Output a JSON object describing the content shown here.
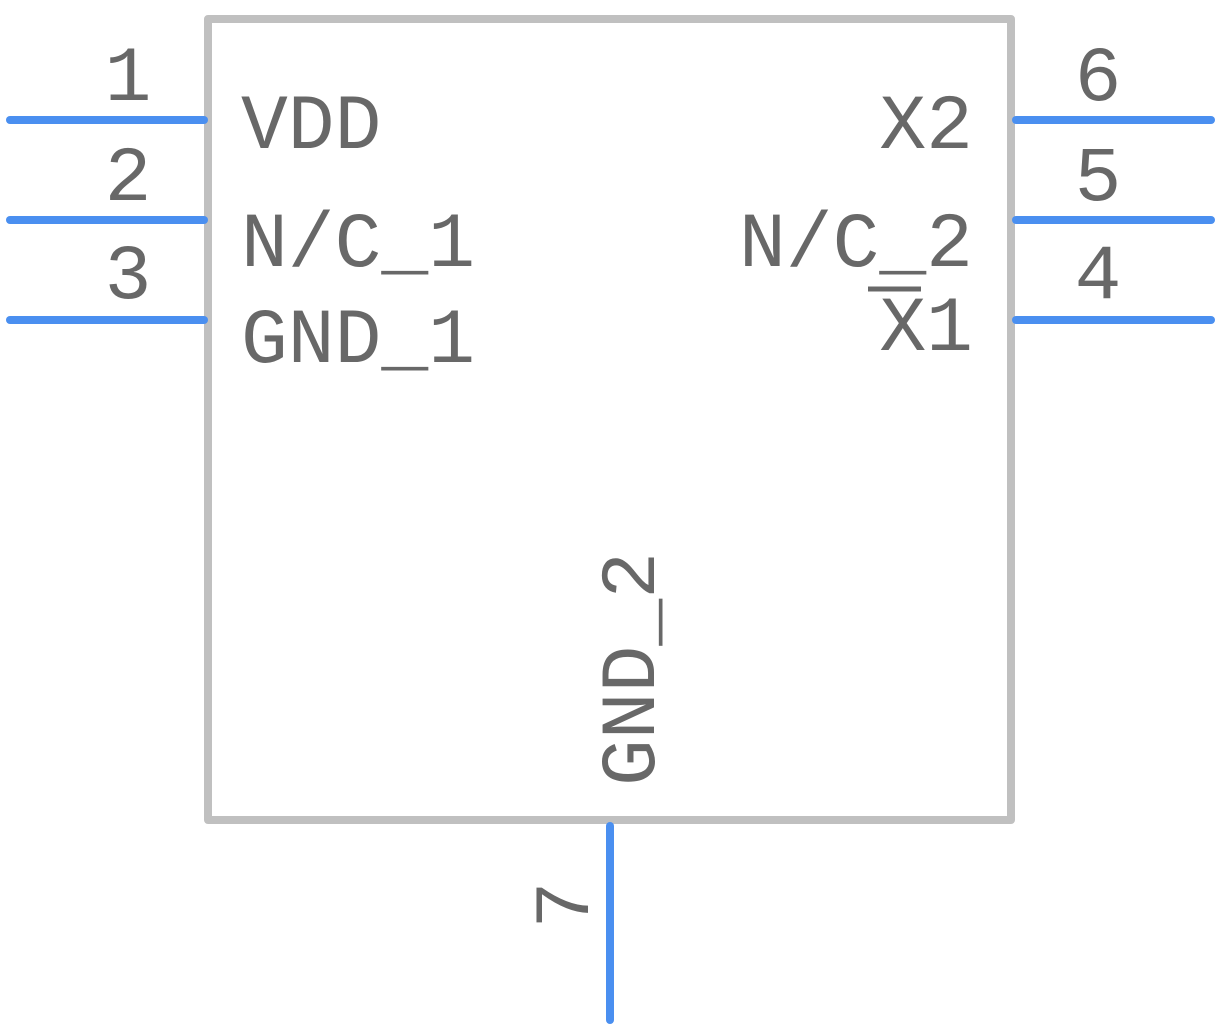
{
  "component": {
    "body_color": "#c0c0c0",
    "pin_color": "#4a8ff0",
    "text_color": "#686868"
  },
  "pins": [
    {
      "number": "1",
      "name": "VDD"
    },
    {
      "number": "2",
      "name": "N/C_1"
    },
    {
      "number": "3",
      "name": "GND_1"
    },
    {
      "number": "4",
      "name": "X1",
      "overline": true
    },
    {
      "number": "5",
      "name": "N/C_2"
    },
    {
      "number": "6",
      "name": "X2"
    },
    {
      "number": "7",
      "name": "GND_2"
    }
  ]
}
